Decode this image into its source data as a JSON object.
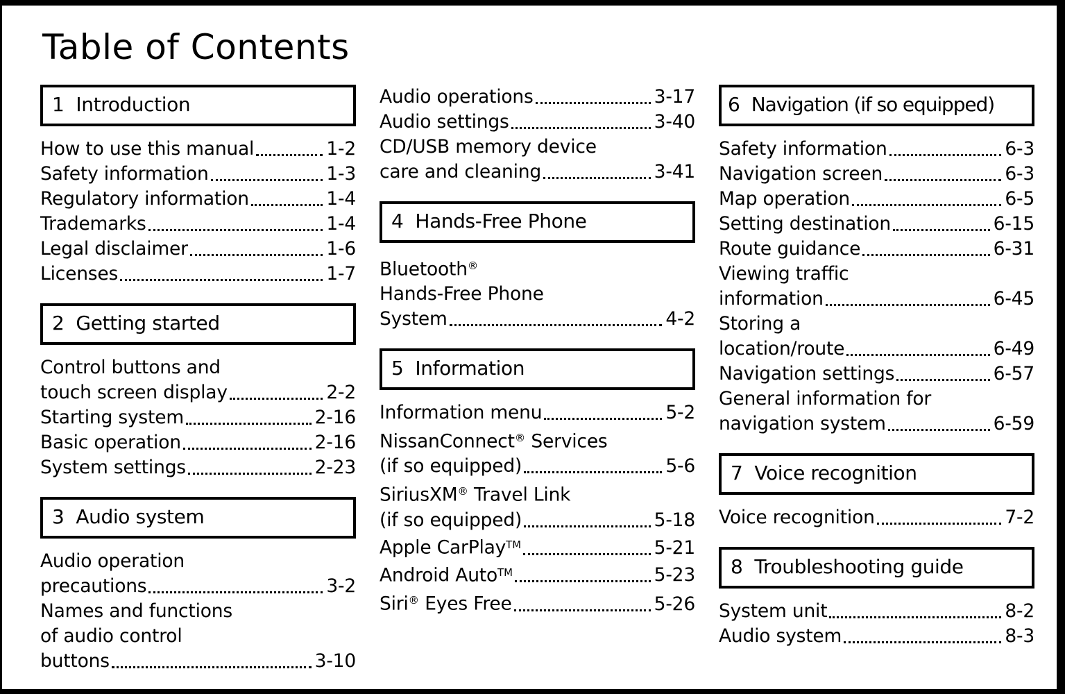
{
  "title": "Table of Contents",
  "sections": {
    "s1": {
      "num": "1",
      "name": "Introduction"
    },
    "s2": {
      "num": "2",
      "name": "Getting started"
    },
    "s3": {
      "num": "3",
      "name": "Audio system"
    },
    "s4": {
      "num": "4",
      "name": "Hands-Free Phone"
    },
    "s5": {
      "num": "5",
      "name": "Information"
    },
    "s6": {
      "num": "6",
      "name": "Navigation (if so equipped)"
    },
    "s7": {
      "num": "7",
      "name": "Voice recognition"
    },
    "s8": {
      "num": "8",
      "name": "Troubleshooting guide"
    }
  },
  "col1": {
    "intro": [
      {
        "text": "How to use this manual",
        "page": "1-2"
      },
      {
        "text": "Safety information",
        "page": "1-3"
      },
      {
        "text": "Regulatory information",
        "page": "1-4"
      },
      {
        "text": "Trademarks",
        "page": "1-4"
      },
      {
        "text": "Legal disclaimer",
        "page": "1-6"
      },
      {
        "text": "Licenses",
        "page": "1-7"
      }
    ],
    "getting": [
      {
        "l1": "Control buttons and",
        "l2": "touch screen display",
        "page": "2-2"
      },
      {
        "text": "Starting system",
        "page": "2-16"
      },
      {
        "text": "Basic operation",
        "page": "2-16"
      },
      {
        "text": "System settings",
        "page": "2-23"
      }
    ],
    "audio": [
      {
        "l1": "Audio operation",
        "l2": "precautions",
        "page": "3-2"
      },
      {
        "l1": "Names and functions",
        "l2": "of audio control",
        "l3": "buttons",
        "page": "3-10"
      }
    ]
  },
  "col2": {
    "audio_cont": [
      {
        "text": "Audio operations",
        "page": "3-17"
      },
      {
        "text": "Audio settings",
        "page": "3-40"
      },
      {
        "l1": "CD/USB memory device",
        "l2": "care and cleaning",
        "page": "3-41"
      }
    ],
    "phone": {
      "l1a": "Bluetooth",
      "l1sup": "®",
      "l2": "Hands-Free Phone",
      "l3": "System",
      "page": "4-2"
    },
    "info": [
      {
        "text": "Information menu",
        "page": "5-2"
      },
      {
        "l1a": "NissanConnect",
        "l1sup": "®",
        "l1b": " Services",
        "l2": "(if so equipped)",
        "page": "5-6"
      },
      {
        "l1a": "SiriusXM",
        "l1sup": "®",
        "l1b": " Travel Link",
        "l2": "(if so equipped)",
        "page": "5-18"
      },
      {
        "a": "Apple CarPlay",
        "sup": "TM",
        "page": "5-21"
      },
      {
        "a": "Android Auto",
        "sup": "TM",
        "page": "5-23"
      },
      {
        "a": "Siri",
        "sup": "®",
        "b": " Eyes Free",
        "page": "5-26"
      }
    ]
  },
  "col3": {
    "nav": [
      {
        "text": "Safety information",
        "page": "6-3"
      },
      {
        "text": "Navigation screen",
        "page": "6-3"
      },
      {
        "text": "Map operation",
        "page": "6-5"
      },
      {
        "text": "Setting destination",
        "page": "6-15"
      },
      {
        "text": "Route guidance",
        "page": "6-31"
      },
      {
        "l1": "Viewing traffic",
        "l2": "information",
        "page": "6-45"
      },
      {
        "l1": "Storing a",
        "l2": "location/route",
        "page": "6-49"
      },
      {
        "text": "Navigation settings",
        "page": "6-57"
      },
      {
        "l1": "General information for",
        "l2": "navigation system",
        "page": "6-59"
      }
    ],
    "voice": [
      {
        "text": "Voice recognition",
        "page": "7-2"
      }
    ],
    "trouble": [
      {
        "text": "System unit",
        "page": "8-2"
      },
      {
        "text": "Audio system",
        "page": "8-3"
      }
    ]
  }
}
